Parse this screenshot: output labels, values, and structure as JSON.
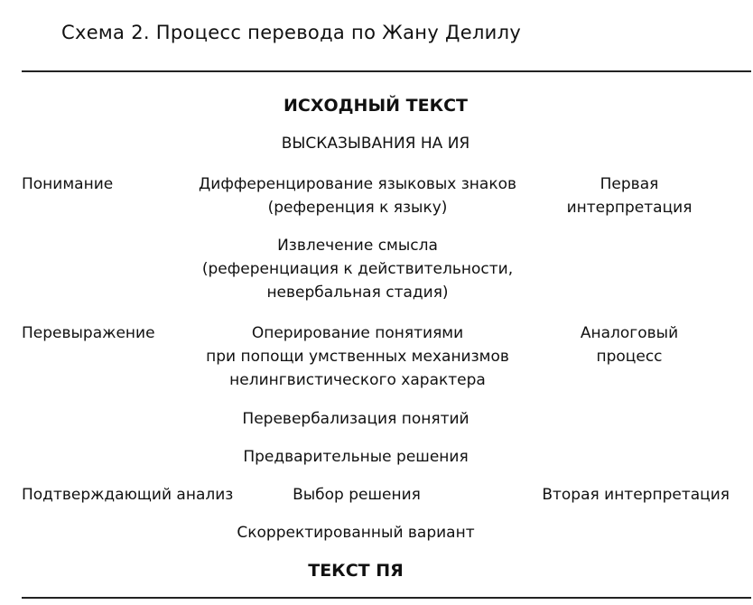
{
  "caption": "Схема 2. Процесс перевода по Жану Делилу",
  "source_text": "ИСХОДНЫЙ ТЕКСТ",
  "utterances": "ВЫСКАЗЫВАНИЯ НА ИЯ",
  "left": {
    "understanding": "Понимание",
    "reexpression": "Перевыражение",
    "confirming_analysis": "Подтверждающий анализ"
  },
  "center": {
    "differentiation": [
      "Дифференцирование языковых знаков",
      "(референция к языку)"
    ],
    "extraction": [
      "Извлечение смысла",
      "(референциация к действительности,",
      "невербальная стадия)"
    ],
    "operating": [
      "Оперирование понятиями",
      "при попощи умственных механизмов",
      "нелингвистического характера"
    ],
    "reverbalization": "Перевербализация понятий",
    "preliminary": "Предварительные решения",
    "choice": "Выбор решения",
    "corrected": "Скорректированный вариант"
  },
  "right": {
    "first_interpretation": [
      "Первая",
      "интерпретация"
    ],
    "analog_process": [
      "Аналоговый",
      "процесс"
    ],
    "second_interpretation": "Вторая интерпретация"
  },
  "target_text": "ТЕКСТ ПЯ"
}
